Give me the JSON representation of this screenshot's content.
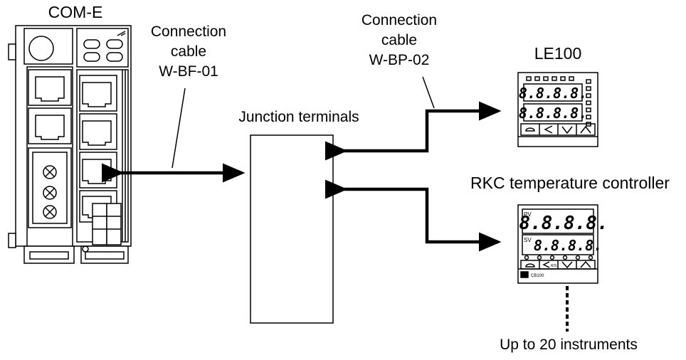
{
  "labels": {
    "com_e": "COM-E",
    "cable1_line1": "Connection",
    "cable1_line2": "cable",
    "cable1_line3": "W-BF-01",
    "cable2_line1": "Connection",
    "cable2_line2": "cable",
    "cable2_line3": "W-BP-02",
    "le100": "LE100",
    "junction": "Junction terminals",
    "rkc": "RKC temperature controller",
    "up_to": "Up to 20 instruments"
  },
  "le100_display": {
    "pv": "8.8.8.8.",
    "sv": "8.8.8.8."
  },
  "rkc_display": {
    "pv_tag": "PV",
    "sv_tag": "SV",
    "pv": "8.8.8.8.",
    "sv": "8.8.8.8.",
    "rs_key": "R/S",
    "model": "CB100"
  },
  "colors": {
    "line": "#000000",
    "background": "#ffffff"
  }
}
